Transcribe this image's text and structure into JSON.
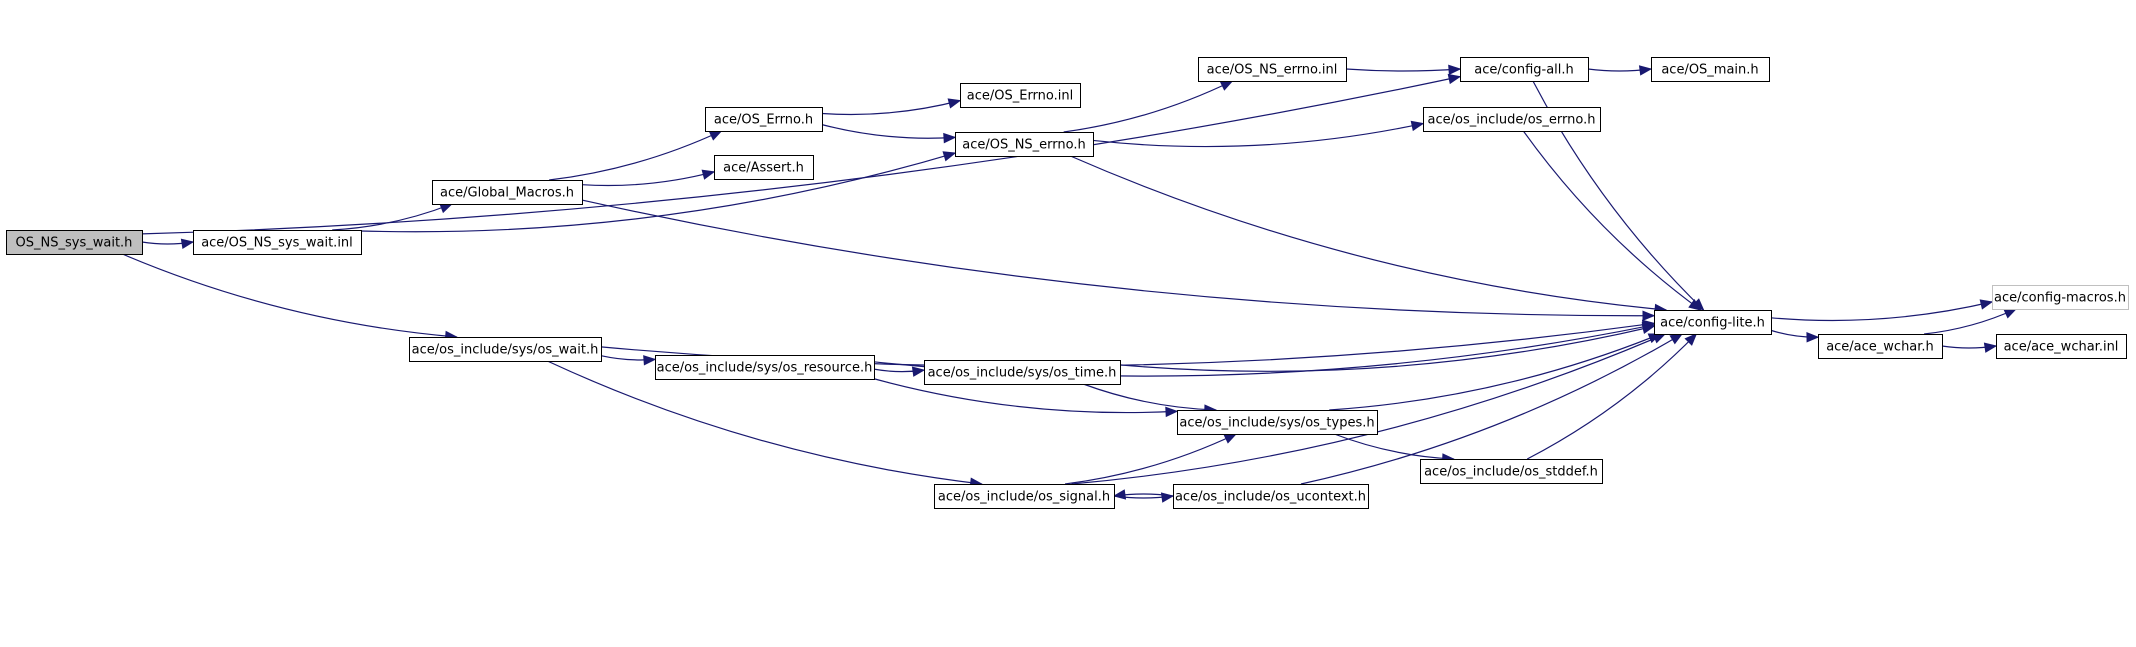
{
  "graph": {
    "colors": {
      "edge": "#191970",
      "root_fill": "#bfbfbf",
      "node_fill": "#ffffff",
      "ghost_border": "#c0c0c0"
    },
    "nodes": [
      {
        "id": "root",
        "label": "OS_NS_sys_wait.h",
        "kind": "root"
      },
      {
        "id": "sys_wait_inl",
        "label": "ace/OS_NS_sys_wait.inl",
        "kind": "file"
      },
      {
        "id": "global_macros",
        "label": "ace/Global_Macros.h",
        "kind": "file"
      },
      {
        "id": "os_errno_h",
        "label": "ace/OS_Errno.h",
        "kind": "file"
      },
      {
        "id": "assert_h",
        "label": "ace/Assert.h",
        "kind": "file"
      },
      {
        "id": "os_errno_inl",
        "label": "ace/OS_Errno.inl",
        "kind": "file"
      },
      {
        "id": "os_ns_errno_h",
        "label": "ace/OS_NS_errno.h",
        "kind": "file"
      },
      {
        "id": "os_ns_errno_inl",
        "label": "ace/OS_NS_errno.inl",
        "kind": "file"
      },
      {
        "id": "config_all",
        "label": "ace/config-all.h",
        "kind": "file"
      },
      {
        "id": "os_main",
        "label": "ace/OS_main.h",
        "kind": "file"
      },
      {
        "id": "inc_os_errno",
        "label": "ace/os_include/os_errno.h",
        "kind": "file"
      },
      {
        "id": "config_lite",
        "label": "ace/config-lite.h",
        "kind": "file"
      },
      {
        "id": "config_macros",
        "label": "ace/config-macros.h",
        "kind": "ghost"
      },
      {
        "id": "ace_wchar_h",
        "label": "ace/ace_wchar.h",
        "kind": "file"
      },
      {
        "id": "ace_wchar_inl",
        "label": "ace/ace_wchar.inl",
        "kind": "file"
      },
      {
        "id": "sys_os_wait",
        "label": "ace/os_include/sys/os_wait.h",
        "kind": "file"
      },
      {
        "id": "sys_os_resource",
        "label": "ace/os_include/sys/os_resource.h",
        "kind": "file"
      },
      {
        "id": "sys_os_time",
        "label": "ace/os_include/sys/os_time.h",
        "kind": "file"
      },
      {
        "id": "sys_os_types",
        "label": "ace/os_include/sys/os_types.h",
        "kind": "file"
      },
      {
        "id": "os_stddef",
        "label": "ace/os_include/os_stddef.h",
        "kind": "file"
      },
      {
        "id": "os_signal",
        "label": "ace/os_include/os_signal.h",
        "kind": "file"
      },
      {
        "id": "os_ucontext",
        "label": "ace/os_include/os_ucontext.h",
        "kind": "file"
      }
    ],
    "edges": [
      {
        "from": "root",
        "to": "sys_wait_inl"
      },
      {
        "from": "root",
        "to": "config_all"
      },
      {
        "from": "root",
        "to": "sys_os_wait"
      },
      {
        "from": "sys_wait_inl",
        "to": "global_macros"
      },
      {
        "from": "sys_wait_inl",
        "to": "os_ns_errno_h"
      },
      {
        "from": "global_macros",
        "to": "os_errno_h"
      },
      {
        "from": "global_macros",
        "to": "assert_h"
      },
      {
        "from": "global_macros",
        "to": "config_lite"
      },
      {
        "from": "os_errno_h",
        "to": "os_errno_inl"
      },
      {
        "from": "os_errno_h",
        "to": "os_ns_errno_h"
      },
      {
        "from": "os_ns_errno_h",
        "to": "os_ns_errno_inl"
      },
      {
        "from": "os_ns_errno_h",
        "to": "inc_os_errno"
      },
      {
        "from": "os_ns_errno_h",
        "to": "config_lite"
      },
      {
        "from": "os_ns_errno_inl",
        "to": "config_all"
      },
      {
        "from": "config_all",
        "to": "os_main"
      },
      {
        "from": "config_all",
        "to": "config_lite"
      },
      {
        "from": "inc_os_errno",
        "to": "config_lite"
      },
      {
        "from": "config_lite",
        "to": "config_macros"
      },
      {
        "from": "config_lite",
        "to": "ace_wchar_h"
      },
      {
        "from": "ace_wchar_h",
        "to": "config_macros"
      },
      {
        "from": "ace_wchar_h",
        "to": "ace_wchar_inl"
      },
      {
        "from": "sys_os_wait",
        "to": "config_lite"
      },
      {
        "from": "sys_os_wait",
        "to": "sys_os_resource"
      },
      {
        "from": "sys_os_wait",
        "to": "os_signal"
      },
      {
        "from": "sys_os_resource",
        "to": "config_lite"
      },
      {
        "from": "sys_os_resource",
        "to": "sys_os_time"
      },
      {
        "from": "sys_os_resource",
        "to": "sys_os_types"
      },
      {
        "from": "sys_os_time",
        "to": "config_lite"
      },
      {
        "from": "sys_os_time",
        "to": "sys_os_types"
      },
      {
        "from": "sys_os_types",
        "to": "config_lite"
      },
      {
        "from": "sys_os_types",
        "to": "os_stddef"
      },
      {
        "from": "os_stddef",
        "to": "config_lite"
      },
      {
        "from": "os_signal",
        "to": "sys_os_types"
      },
      {
        "from": "os_signal",
        "to": "os_ucontext"
      },
      {
        "from": "os_signal",
        "to": "config_lite"
      },
      {
        "from": "os_ucontext",
        "to": "os_signal"
      },
      {
        "from": "os_ucontext",
        "to": "config_lite"
      }
    ]
  }
}
